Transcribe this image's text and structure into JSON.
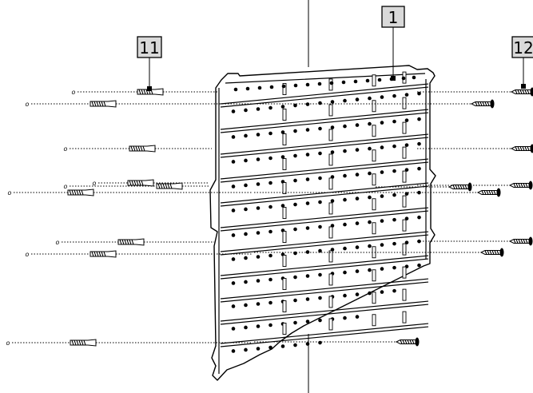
{
  "callouts": {
    "panel_label": "1",
    "anchor_label": "11",
    "screw_label": "12"
  },
  "hole_marker": "o",
  "colors": {
    "line": "#000000",
    "callout_fill": "#d9d9d9",
    "background": "#ffffff"
  },
  "icons": {
    "anchor": "wall-plug-icon",
    "screw": "screw-icon"
  }
}
